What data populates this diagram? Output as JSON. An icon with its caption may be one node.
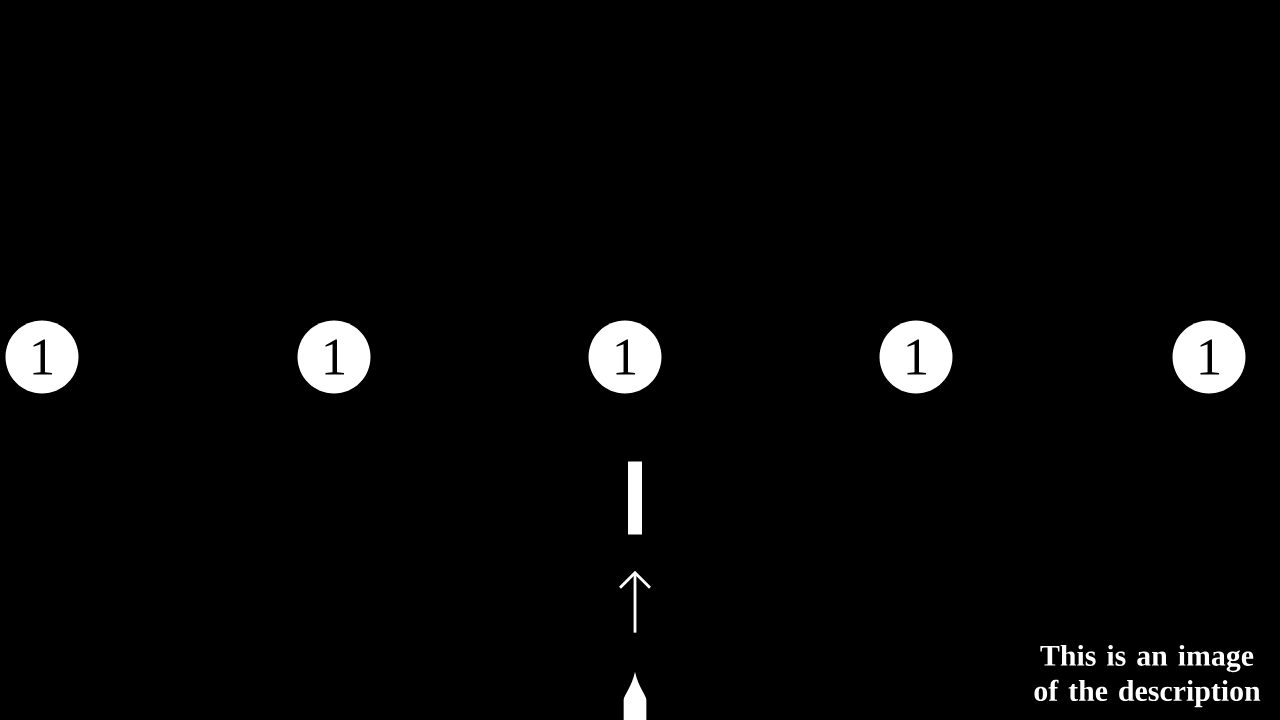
{
  "diagram": {
    "nodes": [
      {
        "text": [
          "1"
        ]
      },
      {
        "text": [
          "1"
        ]
      },
      {
        "text": [
          "1"
        ]
      },
      {
        "text": [
          "1"
        ]
      },
      {
        "text": [
          "1"
        ]
      },
      {
        "text": [],
        "shape": "bar"
      },
      {
        "text": [],
        "shape": "drop"
      }
    ],
    "edges": [
      {
        "from": 6,
        "to": 5,
        "arrow": "to"
      }
    ],
    "labels": [
      "This is an image of the description"
    ]
  }
}
